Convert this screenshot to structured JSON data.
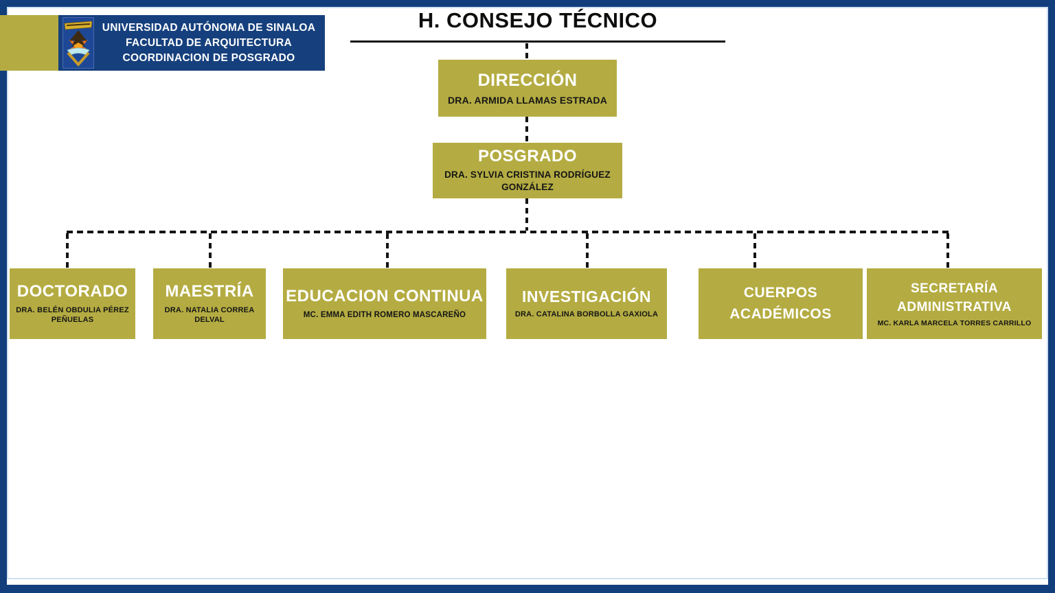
{
  "colors": {
    "frame_navy": "#123e7c",
    "header_bar_navy": "#16407d",
    "node_olive": "#b4ac42",
    "connector_black": "#141414",
    "role_text": "#ffffff",
    "person_text": "#151515"
  },
  "header": {
    "logo": "uas-crest",
    "institution_lines": [
      "UNIVERSIDAD AUTÓNOMA DE SINALOA",
      "FACULTAD DE ARQUITECTURA",
      "COORDINACION DE POSGRADO"
    ]
  },
  "org": {
    "title": "H. CONSEJO TÉCNICO",
    "nodes": [
      {
        "id": "direccion",
        "role": "DIRECCIÓN",
        "person": "DRA. ARMIDA LLAMAS ESTRADA"
      },
      {
        "id": "posgrado",
        "role": "POSGRADO",
        "person": "DRA. SYLVIA CRISTINA RODRÍGUEZ GONZÁLEZ"
      },
      {
        "id": "doctorado",
        "role": "DOCTORADO",
        "person": "DRA. BELÉN OBDULIA PÉREZ PEÑUELAS"
      },
      {
        "id": "maestria",
        "role": "MAESTRÍA",
        "person": "DRA. NATALIA CORREA DELVAL"
      },
      {
        "id": "educacion-continua",
        "role": "EDUCACION CONTINUA",
        "person": "MC. EMMA EDITH ROMERO MASCAREÑO"
      },
      {
        "id": "investigacion",
        "role": "INVESTIGACIÓN",
        "person": "DRA. CATALINA BORBOLLA GAXIOLA"
      },
      {
        "id": "cuerpos-academicos",
        "role": "CUERPOS ACADÉMICOS",
        "person": ""
      },
      {
        "id": "secretaria-administrativa",
        "role": "SECRETARÍA ADMINISTRATIVA",
        "person": "MC. KARLA MARCELA TORRES CARRILLO"
      }
    ],
    "hierarchy": {
      "root": "H. CONSEJO TÉCNICO",
      "chain": [
        "DIRECCIÓN",
        "POSGRADO"
      ],
      "branches_of_posgrado": [
        "DOCTORADO",
        "MAESTRÍA",
        "EDUCACION CONTINUA",
        "INVESTIGACIÓN",
        "CUERPOS ACADÉMICOS",
        "SECRETARÍA ADMINISTRATIVA"
      ]
    }
  }
}
